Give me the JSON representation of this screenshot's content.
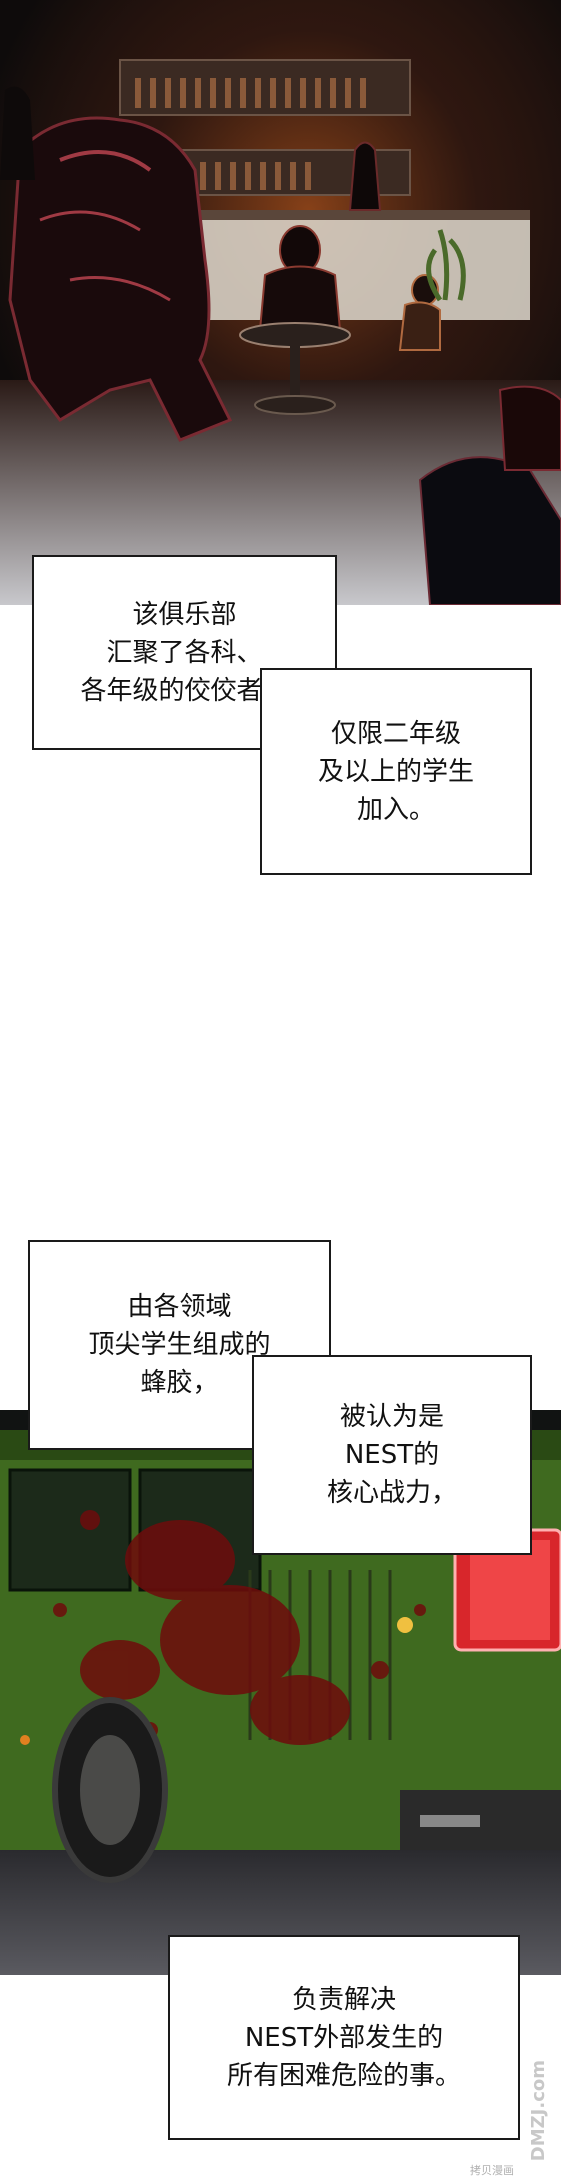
{
  "colors": {
    "club_bg": "#14100f",
    "club_glow": "#c0521a",
    "bus_green": "#3f6a1f",
    "blood_red": "#6e0c0c",
    "tail_light": "#d8262b",
    "caption_border": "#1a1a1a"
  },
  "captions": [
    {
      "lines": [
        "该俱乐部",
        "汇聚了各科、",
        "各年级的佼佼者，"
      ]
    },
    {
      "lines": [
        "仅限二年级",
        "及以上的学生",
        "加入。"
      ]
    },
    {
      "lines": [
        "由各领域",
        "顶尖学生组成的",
        "蜂胶，"
      ]
    },
    {
      "lines": [
        "被认为是",
        "NEST的",
        "核心战力，"
      ]
    },
    {
      "lines": [
        "负责解决",
        "NEST外部发生的",
        "所有困难危险的事。"
      ]
    }
  ],
  "watermark": {
    "logo": "DMZJ.com",
    "small_text": "拷贝漫画"
  }
}
